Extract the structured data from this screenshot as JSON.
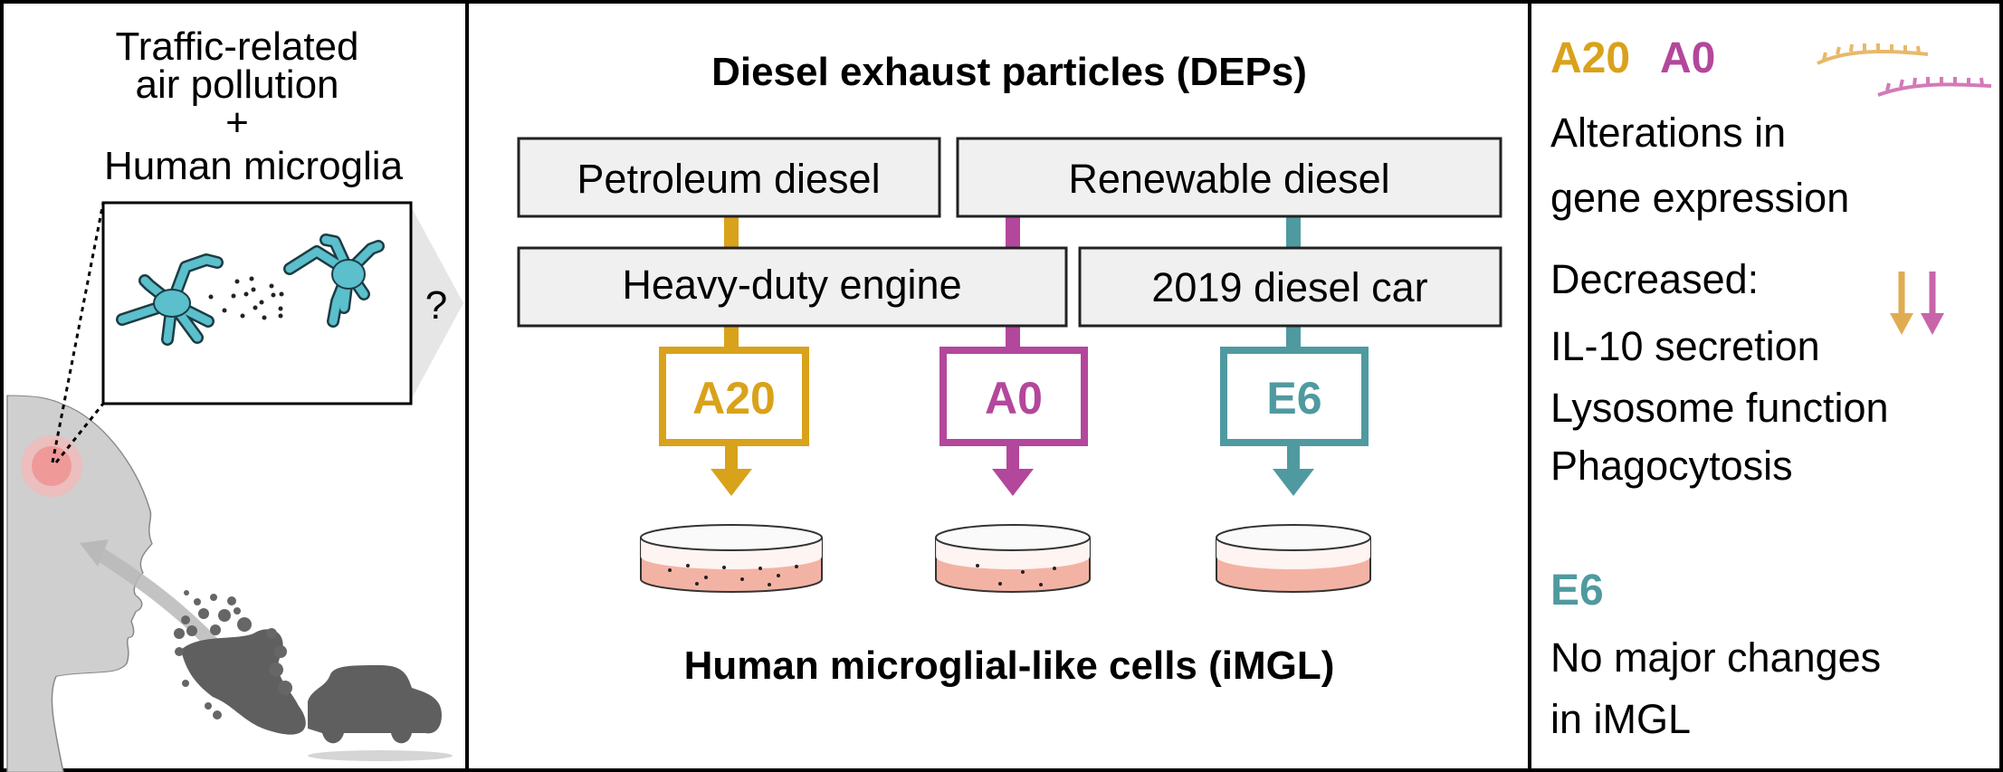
{
  "left_panel": {
    "title_lines": [
      "Traffic-related",
      "air pollution",
      "+",
      "Human microglia"
    ],
    "question_mark": "?"
  },
  "middle_panel": {
    "title": "Diesel exhaust particles (DEPs)",
    "fuel_types": [
      "Petroleum diesel",
      "Renewable diesel"
    ],
    "engines": [
      "Heavy-duty engine",
      "2019 diesel car"
    ],
    "samples": [
      {
        "label": "A20",
        "color": "#d9a21b"
      },
      {
        "label": "A0",
        "color": "#b3479c"
      },
      {
        "label": "E6",
        "color": "#4f9aa0"
      }
    ],
    "bottom_title": "Human microglial-like cells (iMGL)"
  },
  "right_panel": {
    "group1_labels": [
      "A20",
      "A0"
    ],
    "alterations_lines": [
      "Alterations in",
      "gene expression"
    ],
    "decreased_label": "Decreased:",
    "decreased_items": [
      "IL-10 secretion",
      "Lysosome function",
      "Phagocytosis"
    ],
    "group2_label": "E6",
    "no_change_lines": [
      "No major changes",
      "in iMGL"
    ]
  },
  "colors": {
    "a20": "#d9a21b",
    "a0": "#b3479c",
    "e6": "#4f9aa0",
    "a20_light": "#e8b86a",
    "a0_light": "#d37ab8",
    "microglia": "#5bbfcc",
    "box_fill": "#f0f0f0"
  }
}
